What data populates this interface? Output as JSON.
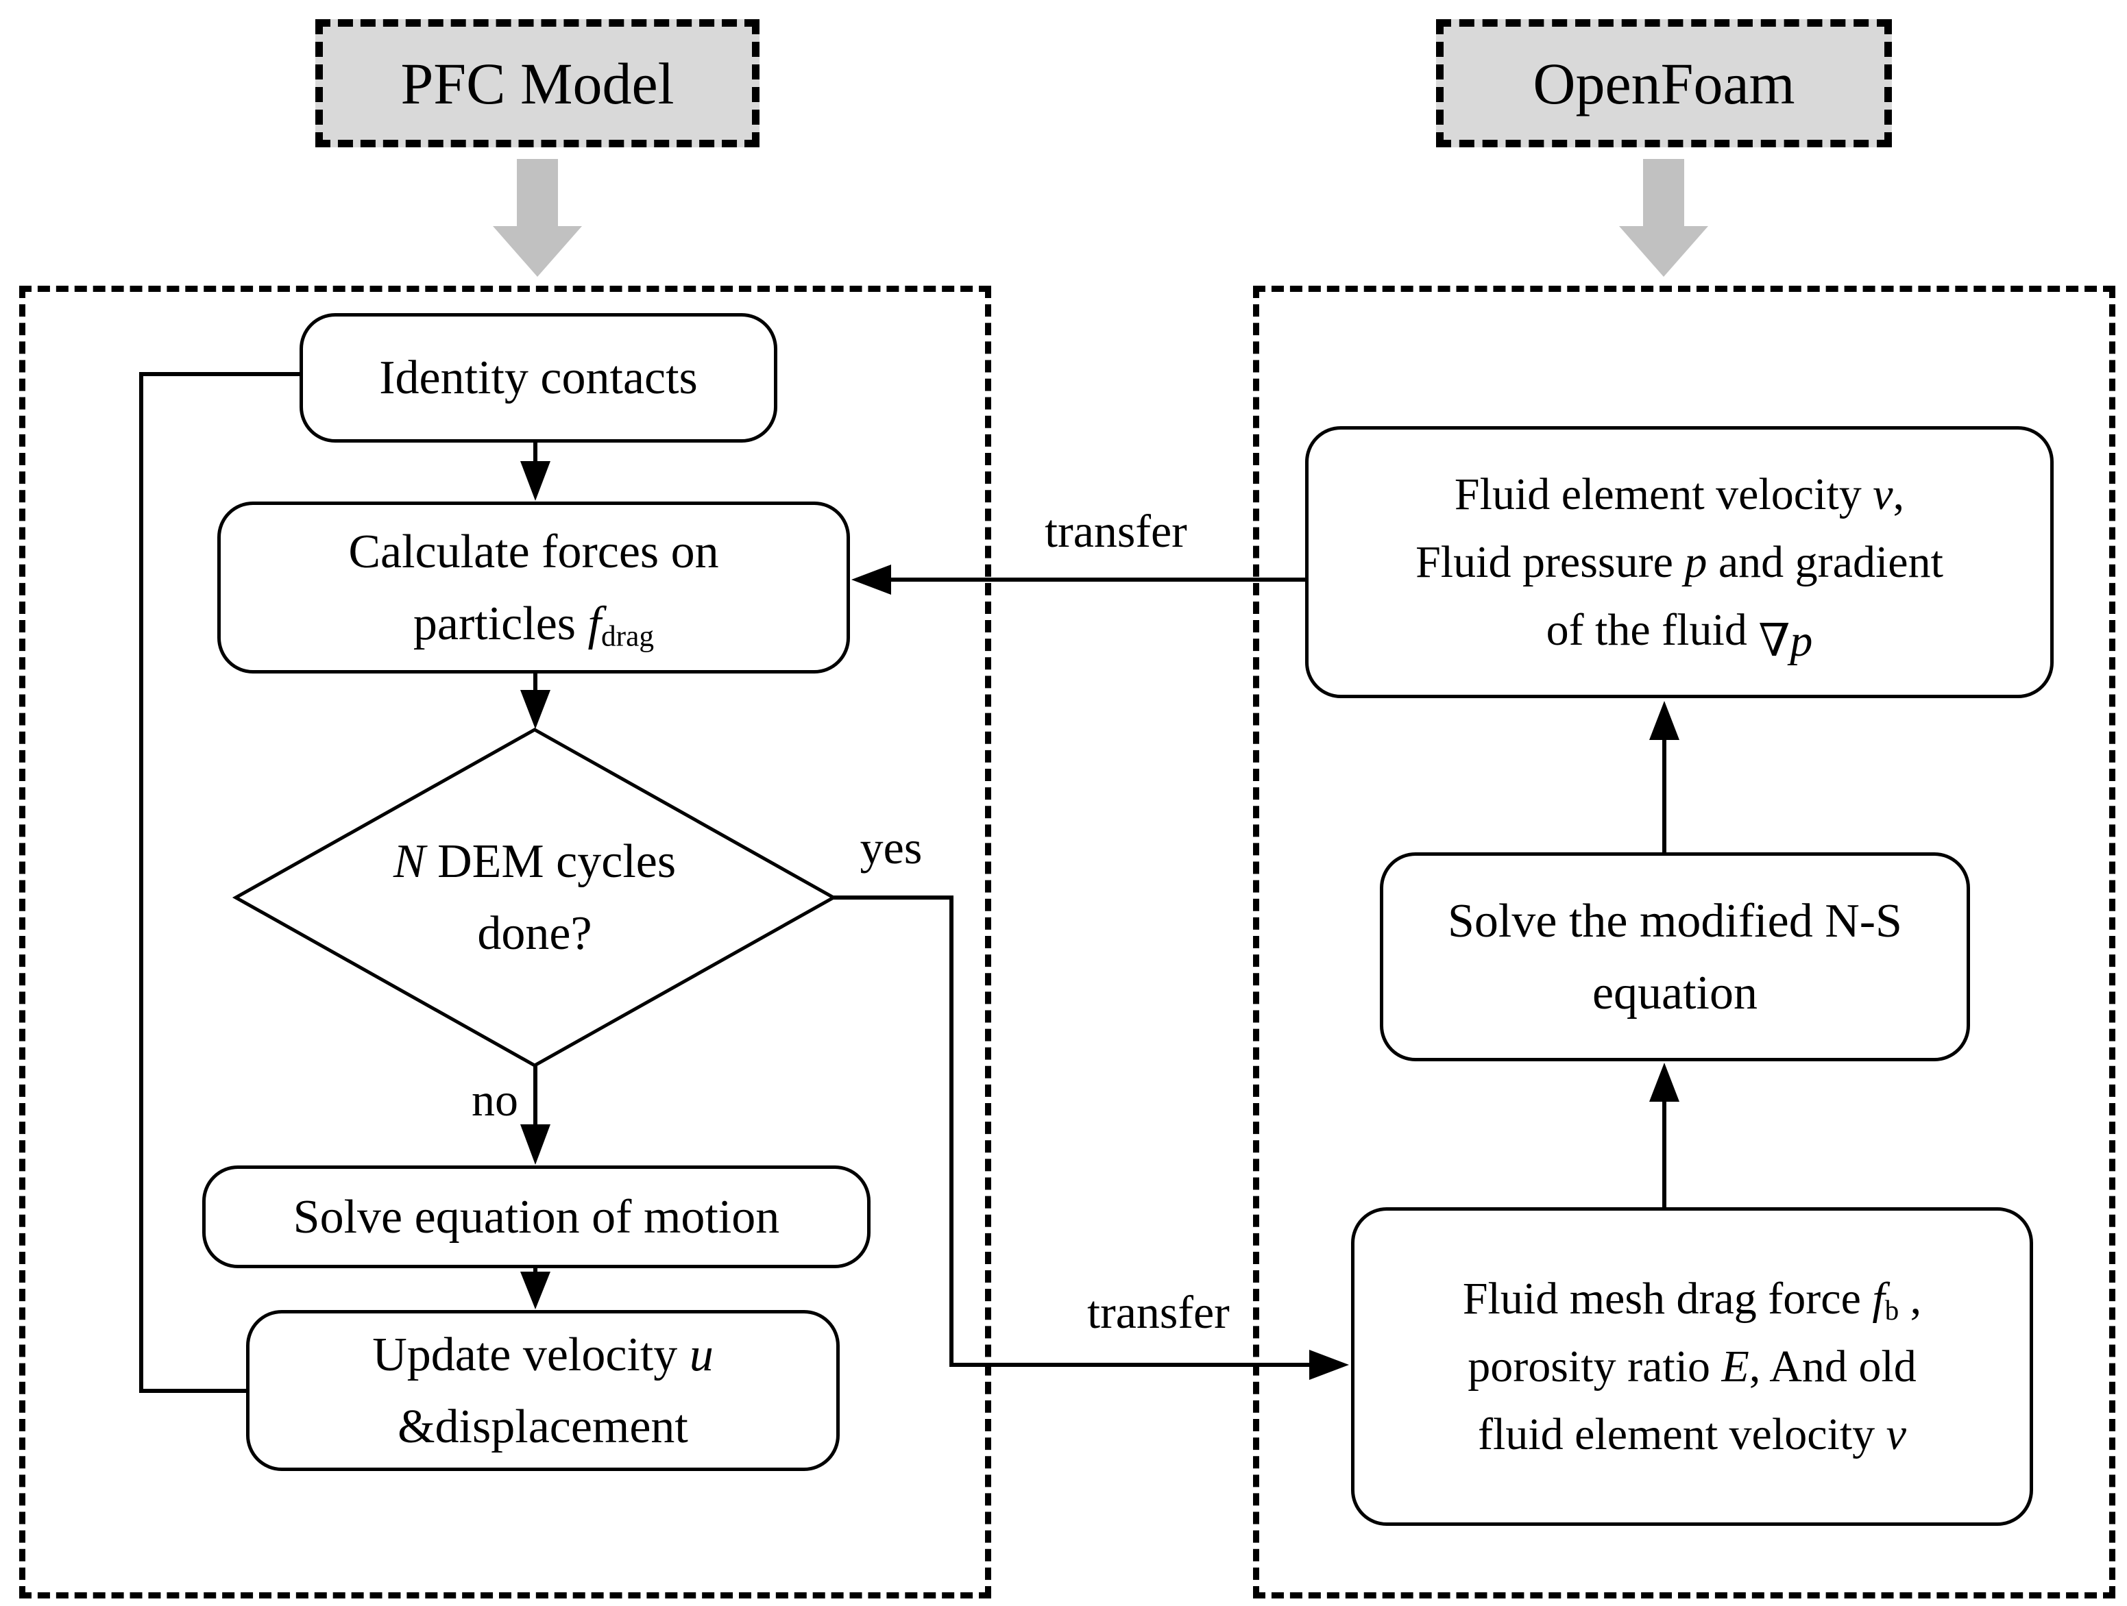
{
  "headers": {
    "left": "PFC Model",
    "right": "OpenFoam"
  },
  "edge_labels": {
    "transfer_top": "transfer",
    "transfer_bottom": "transfer",
    "yes": "yes",
    "no": "no"
  },
  "nodes": {
    "identity": {
      "lines": [
        [
          {
            "t": "Identity contacts"
          }
        ]
      ]
    },
    "calculate": {
      "lines": [
        [
          {
            "t": "Calculate forces on"
          }
        ],
        [
          {
            "t": "particles "
          },
          {
            "t": "f",
            "s": "i"
          },
          {
            "t": "drag",
            "s": "sub"
          }
        ]
      ]
    },
    "decision": {
      "lines": [
        [
          {
            "t": "N",
            "s": "i"
          },
          {
            "t": " DEM cycles"
          }
        ],
        [
          {
            "t": "done?"
          }
        ]
      ]
    },
    "solve": {
      "lines": [
        [
          {
            "t": "Solve equation of motion"
          }
        ]
      ]
    },
    "update": {
      "lines": [
        [
          {
            "t": "Update velocity "
          },
          {
            "t": "u",
            "s": "i"
          }
        ],
        [
          {
            "t": "&displacement"
          }
        ]
      ]
    },
    "fluid_state": {
      "lines": [
        [
          {
            "t": "Fluid element velocity "
          },
          {
            "t": "v",
            "s": "i"
          },
          {
            "t": ","
          }
        ],
        [
          {
            "t": "Fluid pressure "
          },
          {
            "t": "p",
            "s": "i"
          },
          {
            "t": " and gradient"
          }
        ],
        [
          {
            "t": "of the fluid "
          },
          {
            "t": "∇",
            "s": "drop"
          },
          {
            "t": "p",
            "s": "dropi"
          }
        ]
      ]
    },
    "ns": {
      "lines": [
        [
          {
            "t": "Solve the modified N-S"
          }
        ],
        [
          {
            "t": "equation"
          }
        ]
      ]
    },
    "fluid_mesh": {
      "lines": [
        [
          {
            "t": "Fluid mesh drag force "
          },
          {
            "t": "f",
            "s": "i"
          },
          {
            "t": "b",
            "s": "sub"
          },
          {
            "t": " ,"
          }
        ],
        [
          {
            "t": "porosity ratio "
          },
          {
            "t": "E",
            "s": "i"
          },
          {
            "t": ", And old"
          }
        ],
        [
          {
            "t": "fluid element velocity "
          },
          {
            "t": "v",
            "s": "i"
          }
        ]
      ]
    }
  },
  "colors": {
    "header_fill": "#d9d9d9",
    "block_arrow": "#c1c1c1",
    "line": "#000000",
    "node_fill": "#ffffff",
    "background": "#ffffff"
  }
}
